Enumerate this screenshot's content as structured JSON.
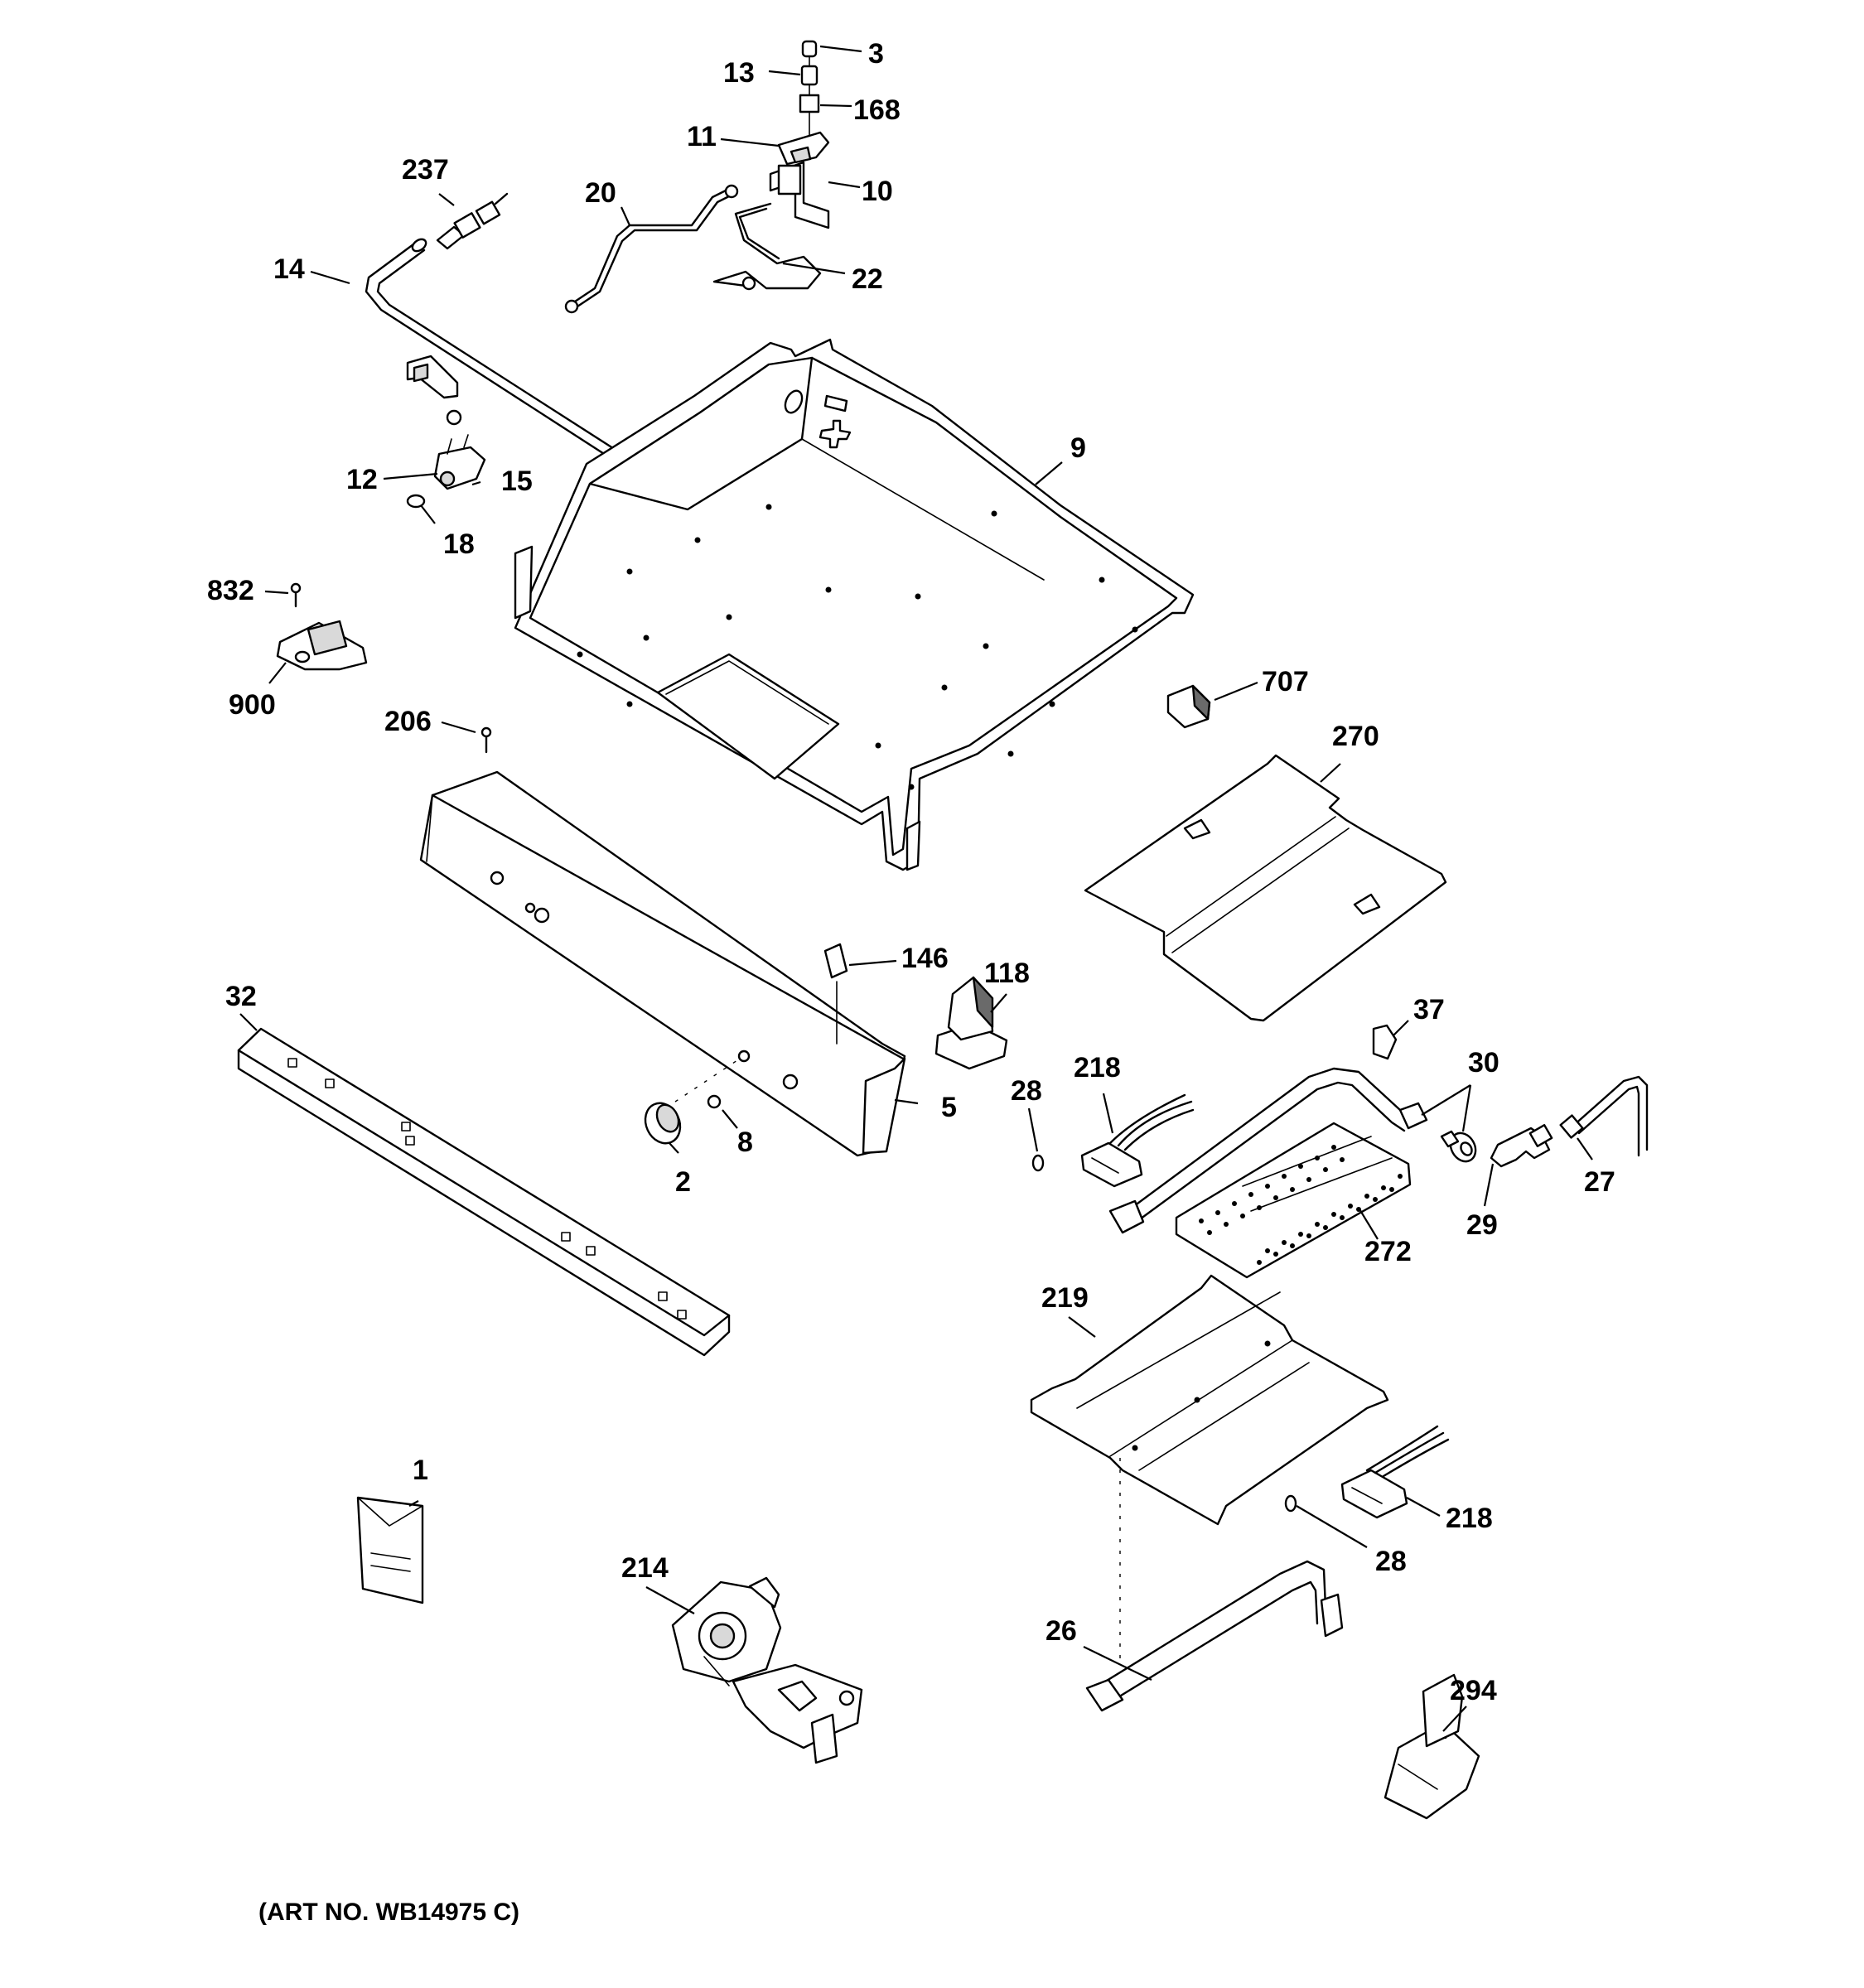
{
  "diagram": {
    "art_number": "(ART NO. WB14975 C)",
    "labels": {
      "p3": "3",
      "p13": "13",
      "p168": "168",
      "p11": "11",
      "p10": "10",
      "p20": "20",
      "p22": "22",
      "p237": "237",
      "p14": "14",
      "p9": "9",
      "p12": "12",
      "p15": "15",
      "p18": "18",
      "p832": "832",
      "p900": "900",
      "p206": "206",
      "p707": "707",
      "p270": "270",
      "p146": "146",
      "p118": "118",
      "p32": "32",
      "p37": "37",
      "p30": "30",
      "p218a": "218",
      "p28a": "28",
      "p5": "5",
      "p8": "8",
      "p2": "2",
      "p29": "29",
      "p27": "27",
      "p272": "272",
      "p219": "219",
      "p1": "1",
      "p218b": "218",
      "p28b": "28",
      "p214": "214",
      "p26": "26",
      "p294": "294"
    }
  }
}
